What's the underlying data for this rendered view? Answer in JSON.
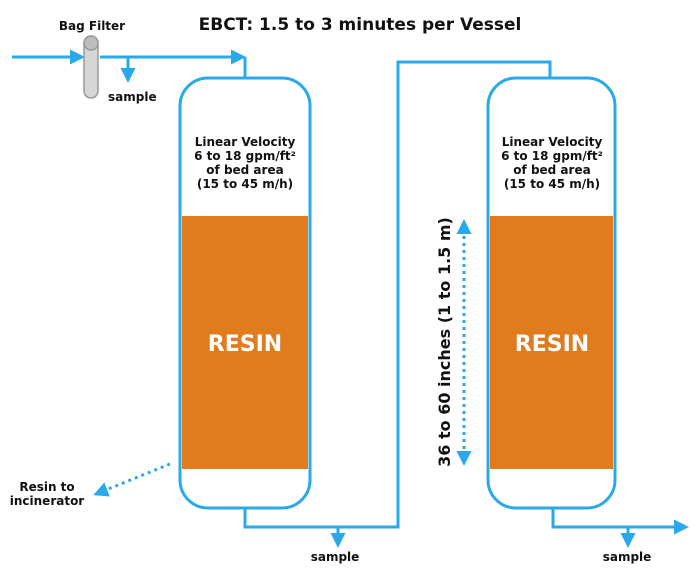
{
  "title": "EBCT: 1.5 to 3 minutes per Vessel",
  "bag_filter_label": "Bag Filter",
  "sample_label": "sample",
  "resin_label": "RESIN",
  "resin_to_incinerator": [
    "Resin to",
    "incinerator"
  ],
  "linear_velocity": [
    "Linear Velocity",
    "6 to 18 gpm/ft²",
    "of bed area",
    "(15 to 45 m/h)"
  ],
  "bed_depth_label": "36 to 60 inches (1 to 1.5 m)",
  "colors": {
    "pipe": "#29a9ea",
    "resin": "#e07b1e",
    "filter": "#d6d6d6"
  }
}
